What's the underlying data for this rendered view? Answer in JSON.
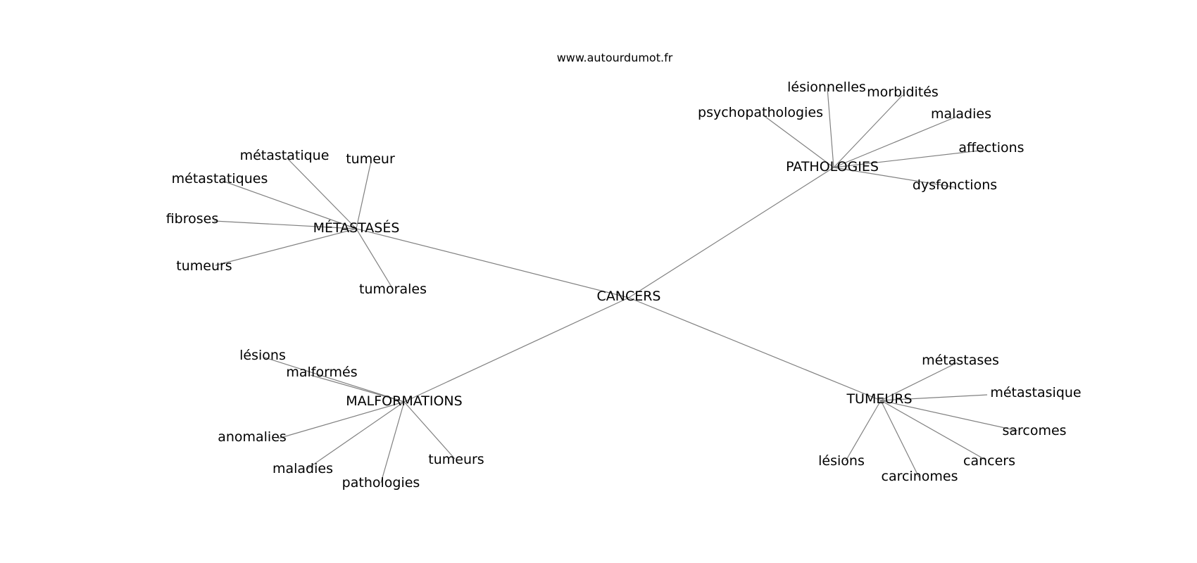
{
  "watermark": "www.autourdumot.fr",
  "colors": {
    "edge": "#808080",
    "text": "#000000",
    "background": "#ffffff"
  },
  "center": {
    "label": "CANCERS"
  },
  "hubs": [
    {
      "label": "MÉTASTASÉS",
      "leaves": [
        "métastatique",
        "tumeur",
        "métastatiques",
        "fibroses",
        "tumeurs",
        "tumorales"
      ]
    },
    {
      "label": "PATHOLOGIES",
      "leaves": [
        "lésionnelles",
        "morbidités",
        "psychopathologies",
        "maladies",
        "affections",
        "dysfonctions"
      ]
    },
    {
      "label": "MALFORMATIONS",
      "leaves": [
        "lésions",
        "malformés",
        "anomalies",
        "maladies",
        "pathologies",
        "tumeurs"
      ]
    },
    {
      "label": "TUMEURS",
      "leaves": [
        "métastases",
        "métastasique",
        "sarcomes",
        "cancers",
        "carcinomes",
        "lésions"
      ]
    }
  ]
}
